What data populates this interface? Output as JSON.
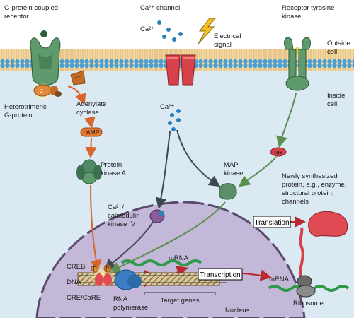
{
  "labels": {
    "gpcr": [
      "G-protein-coupled",
      "receptor"
    ],
    "ca_channel": "Ca²⁺ channel",
    "rtk": [
      "Receptor tyrosine",
      "kinase"
    ],
    "ca_ion_top": "Ca²⁺",
    "electrical": [
      "Electrical",
      "signal"
    ],
    "outside_cell": [
      "Outside",
      "cell"
    ],
    "inside_cell": [
      "Inside",
      "cell"
    ],
    "alpha": "α",
    "gprotein": [
      "Heterotrimeric",
      "G-protein"
    ],
    "adenylate": [
      "Adenylate",
      "cyclase"
    ],
    "camp": "cAMP",
    "pka": [
      "Protein",
      "kinase A"
    ],
    "ca_ion_inside": "Ca²⁺",
    "ras": "ras",
    "map_kinase": [
      "MAP",
      "kinase"
    ],
    "newly": [
      "Newly synthesized",
      "protein, e.g., enzyme,",
      "structural protein,",
      "channels"
    ],
    "camk": [
      "Ca²⁺/",
      "calmodulin",
      "kinase IV"
    ],
    "translation": "Translation",
    "creb": "CREB",
    "p": "P",
    "mrna_nuc": "mRNA",
    "transcription": "Transcription",
    "mrna_cyto": "mRNA",
    "dna": "DNA",
    "cre": "CRE/CaRE",
    "rna_pol": [
      "RNA",
      "polymerase"
    ],
    "target_genes": "Target genes",
    "ribosome": "Ribosome",
    "nucleus": "Nucleus"
  },
  "colors": {
    "membrane_head": "#4aa0d4",
    "membrane_tail": "#f2d7a0",
    "cytoplasm": "#dbe9f3",
    "nucleus": "#c3b8d8",
    "receptor_green": "#5f9a6c",
    "channel_red": "#d6414a",
    "arrow_orange": "#d9662d",
    "arrow_dark": "#3c4a50",
    "arrow_red": "#b8282e",
    "mrna_green": "#2e9a4a",
    "protein_red": "#e04a52"
  }
}
